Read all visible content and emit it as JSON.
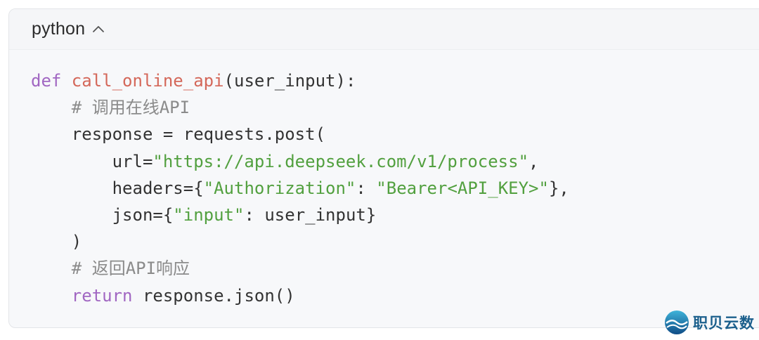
{
  "code_block": {
    "language": "python",
    "collapse_icon": "chevron-up-icon",
    "lines": [
      [
        {
          "t": "kw",
          "v": "def "
        },
        {
          "t": "fn",
          "v": "call_online_api"
        },
        {
          "t": "plain",
          "v": "(user_input):"
        }
      ],
      [
        {
          "t": "plain",
          "v": "    "
        },
        {
          "t": "cm",
          "v": "# 调用在线API"
        }
      ],
      [
        {
          "t": "plain",
          "v": "    response = requests.post("
        }
      ],
      [
        {
          "t": "plain",
          "v": "        url="
        },
        {
          "t": "str",
          "v": "\"https://api.deepseek.com/v1/process\""
        },
        {
          "t": "plain",
          "v": ","
        }
      ],
      [
        {
          "t": "plain",
          "v": "        headers={"
        },
        {
          "t": "str",
          "v": "\"Authorization\""
        },
        {
          "t": "plain",
          "v": ": "
        },
        {
          "t": "str",
          "v": "\"Bearer<API_KEY>\""
        },
        {
          "t": "plain",
          "v": "},"
        }
      ],
      [
        {
          "t": "plain",
          "v": "        json={"
        },
        {
          "t": "str",
          "v": "\"input\""
        },
        {
          "t": "plain",
          "v": ": user_input}"
        }
      ],
      [
        {
          "t": "plain",
          "v": "    )"
        }
      ],
      [
        {
          "t": "plain",
          "v": "    "
        },
        {
          "t": "cm",
          "v": "# 返回API响应"
        }
      ],
      [
        {
          "t": "plain",
          "v": "    "
        },
        {
          "t": "kw",
          "v": "return "
        },
        {
          "t": "plain",
          "v": "response.json()"
        }
      ]
    ]
  },
  "watermark": {
    "text": "职贝云数",
    "icon": "logo-icon"
  },
  "colors": {
    "keyword": "#a167c2",
    "function": "#d4685a",
    "string": "#52a03f",
    "comment": "#8b8b8b",
    "plain": "#333333",
    "watermark": "#1b5f8c"
  }
}
